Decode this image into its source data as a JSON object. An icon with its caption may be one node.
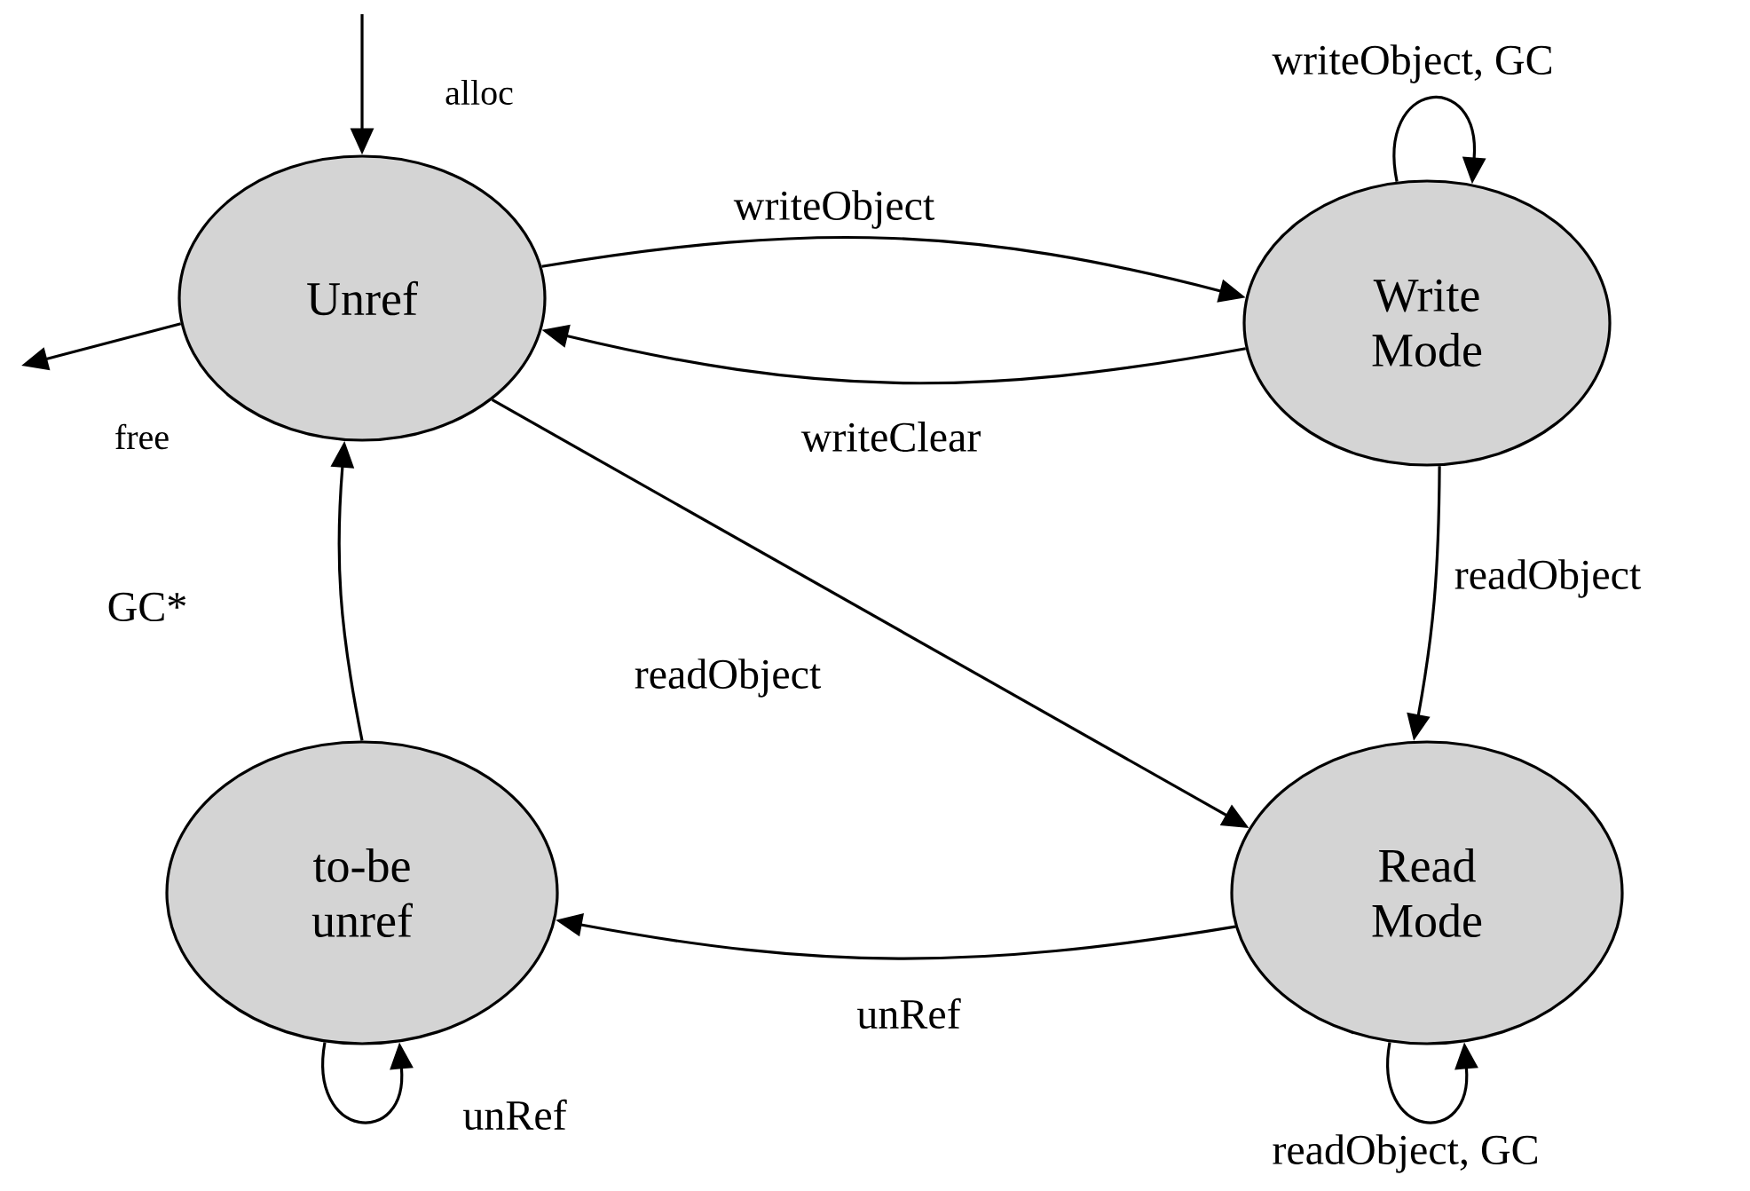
{
  "diagram": {
    "nodes": [
      {
        "text": [
          "Unref"
        ]
      },
      {
        "text": [
          "Write Mode"
        ]
      },
      {
        "text": [
          "to-be unref"
        ]
      },
      {
        "text": [
          "Read Mode"
        ]
      }
    ],
    "edges": [
      {
        "from": null,
        "to": 0,
        "arrow": "to",
        "label": "alloc"
      },
      {
        "from": 0,
        "to": null,
        "arrow": "to",
        "label": "free"
      },
      {
        "from": 0,
        "to": 1,
        "arrow": "to",
        "label": "writeObject"
      },
      {
        "from": 1,
        "to": 0,
        "arrow": "to",
        "label": "writeClear"
      },
      {
        "from": 1,
        "to": 1,
        "arrow": "to",
        "label": "writeObject, GC"
      },
      {
        "from": 1,
        "to": 3,
        "arrow": "to",
        "label": "readObject"
      },
      {
        "from": 0,
        "to": 3,
        "arrow": "to",
        "label": "readObject"
      },
      {
        "from": 3,
        "to": 2,
        "arrow": "to",
        "label": "unRef"
      },
      {
        "from": 2,
        "to": 0,
        "arrow": "to",
        "label": "GC*"
      },
      {
        "from": 2,
        "to": 2,
        "arrow": "to",
        "label": "unRef"
      },
      {
        "from": 3,
        "to": 3,
        "arrow": "to",
        "label": "readObject, GC"
      }
    ]
  }
}
